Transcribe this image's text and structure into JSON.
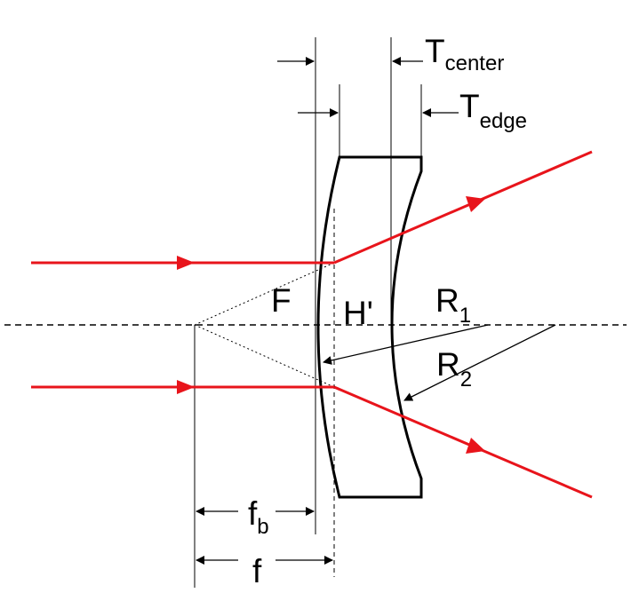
{
  "labels": {
    "t_center": {
      "main": "T",
      "sub": "center"
    },
    "t_edge": {
      "main": "T",
      "sub": "edge"
    },
    "focal_point": "F",
    "principal_point": "H'",
    "r1": {
      "main": "R",
      "sub": "1"
    },
    "r2": {
      "main": "R",
      "sub": "2"
    },
    "back_focal_length": {
      "main": "f",
      "sub": "b"
    },
    "focal_length": "f"
  },
  "colors": {
    "ray": "#e8141b",
    "lens": "#000000",
    "construction": "#000000"
  }
}
